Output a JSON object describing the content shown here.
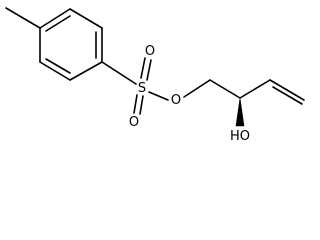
{
  "molecule": {
    "atoms": {
      "s": "S",
      "o_top": "O",
      "o_bottom": "O",
      "o_ester": "O",
      "oh": "HO"
    },
    "stereo": "wedge-bond",
    "colors": {
      "bond": "#000000",
      "label": "#000000",
      "background": "#ffffff"
    }
  }
}
